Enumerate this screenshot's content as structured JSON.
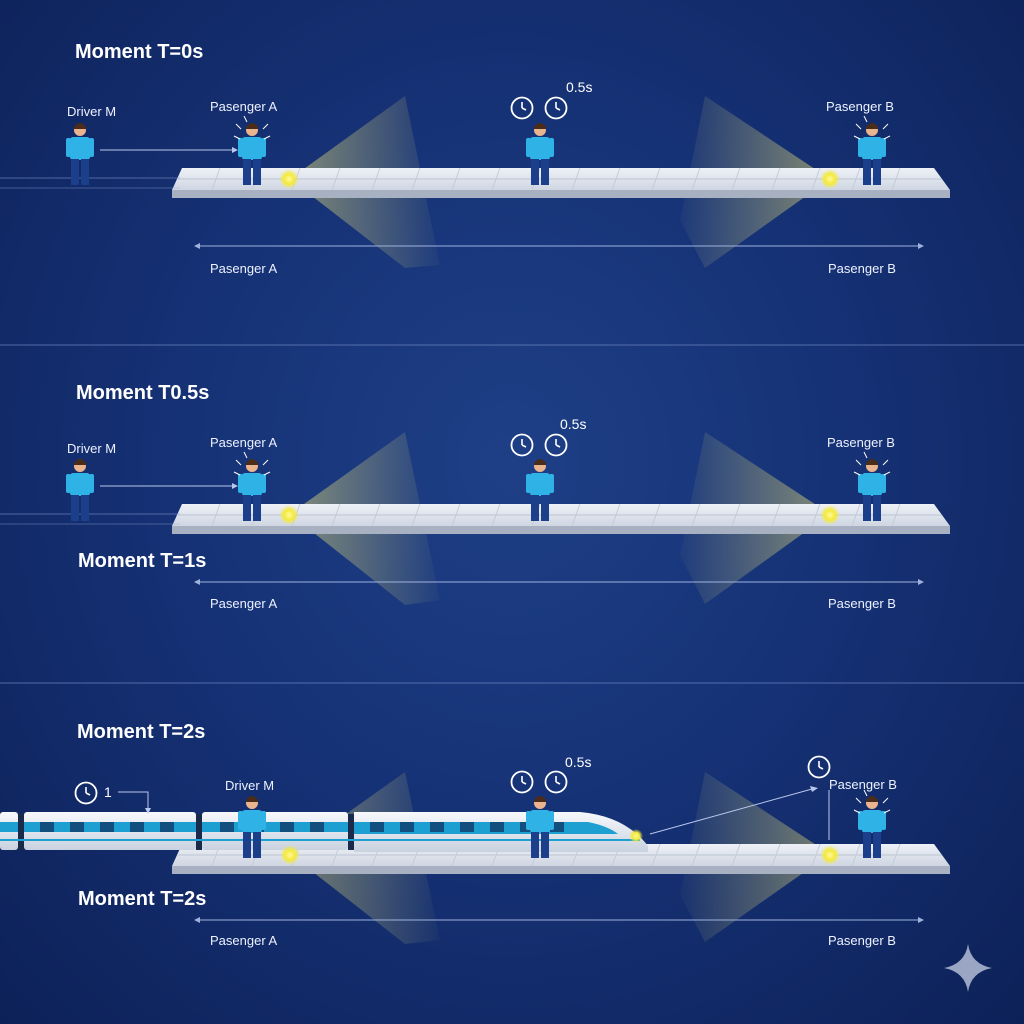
{
  "panels": [
    {
      "moment_title": "Moment T=0s",
      "driver_label": "Driver M",
      "passenger_a_label": "Pasenger A",
      "passenger_b_label": "Pasenger B",
      "clock_time": "0.5s",
      "bottom_left_label": "Pasenger A",
      "bottom_right_label": "Pasenger B"
    },
    {
      "moment_title": "Moment T0.5s",
      "driver_label": "Driver M",
      "passenger_a_label": "Pasenger A",
      "passenger_b_label": "Pasenger B",
      "clock_time": "0.5s",
      "secondary_title": "Moment T=1s",
      "bottom_left_label": "Pasenger A",
      "bottom_right_label": "Pasenger B"
    },
    {
      "moment_title": "Moment T=2s",
      "driver_label": "Driver M",
      "passenger_b_label": "Pasenger B",
      "clock_time": "0.5s",
      "train_clock_value": "1",
      "secondary_title": "Moment T=2s",
      "bottom_left_label": "Pasenger A",
      "bottom_right_label": "Pasenger B"
    }
  ],
  "colors": {
    "person_shirt": "#2fb3e6",
    "person_pants": "#1b3f8a",
    "light_glow": "#f4ea3a",
    "platform": "#dfe4ec",
    "train_accent": "#1d9fd1"
  },
  "icons": [
    "clock-icon",
    "sparkle-icon"
  ]
}
